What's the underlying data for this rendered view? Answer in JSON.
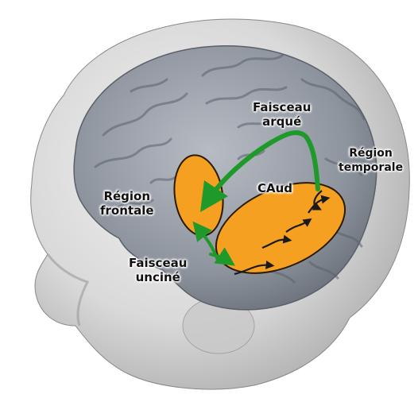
{
  "labels": {
    "faisceau_arque_line1": "Faisceau",
    "faisceau_arque_line2": "arqué",
    "region_temporale_line1": "Région",
    "region_temporale_line2": "temporale",
    "caud": "CAud",
    "region_frontale_line1": "Région",
    "region_frontale_line2": "frontale",
    "faisceau_uncine_line1": "Faisceau",
    "faisceau_uncine_line2": "unciné"
  },
  "colors": {
    "region_fill": "#f5a020",
    "region_stroke": "#2a1a00",
    "tract_arrow": "#1f9a2a",
    "intra_arrow": "#1a1a1a",
    "head_skin": "#d6d6d6",
    "brain": "#9aa0aa"
  }
}
